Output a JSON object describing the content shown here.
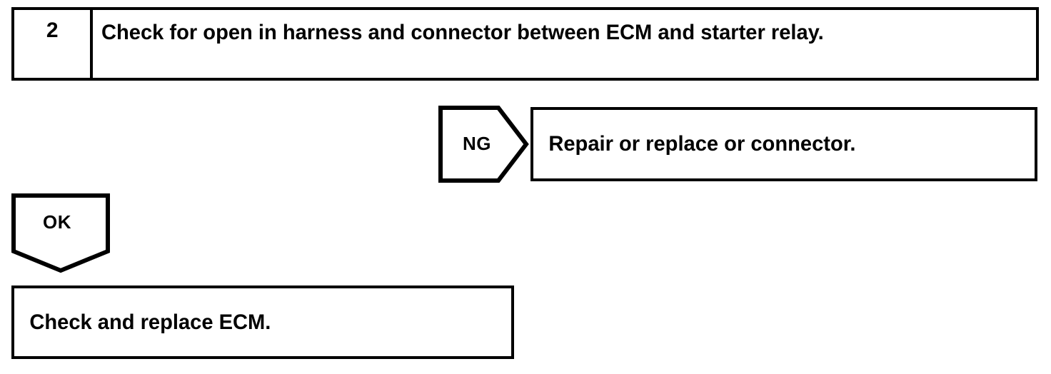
{
  "diagram": {
    "type": "diagnostic-flowchart",
    "ink_color": "#000000",
    "background_color": "#ffffff",
    "step": {
      "number": "2",
      "instruction": "Check for open in harness and connector between ECM and starter relay."
    },
    "branches": [
      {
        "id": "ng",
        "label": "NG",
        "direction": "right",
        "outcome": "Repair or replace or connector."
      },
      {
        "id": "ok",
        "label": "OK",
        "direction": "down",
        "outcome": "Check and replace ECM."
      }
    ],
    "boxes": {
      "repair": "Repair or replace or connector.",
      "ecm": "Check and replace ECM."
    }
  }
}
